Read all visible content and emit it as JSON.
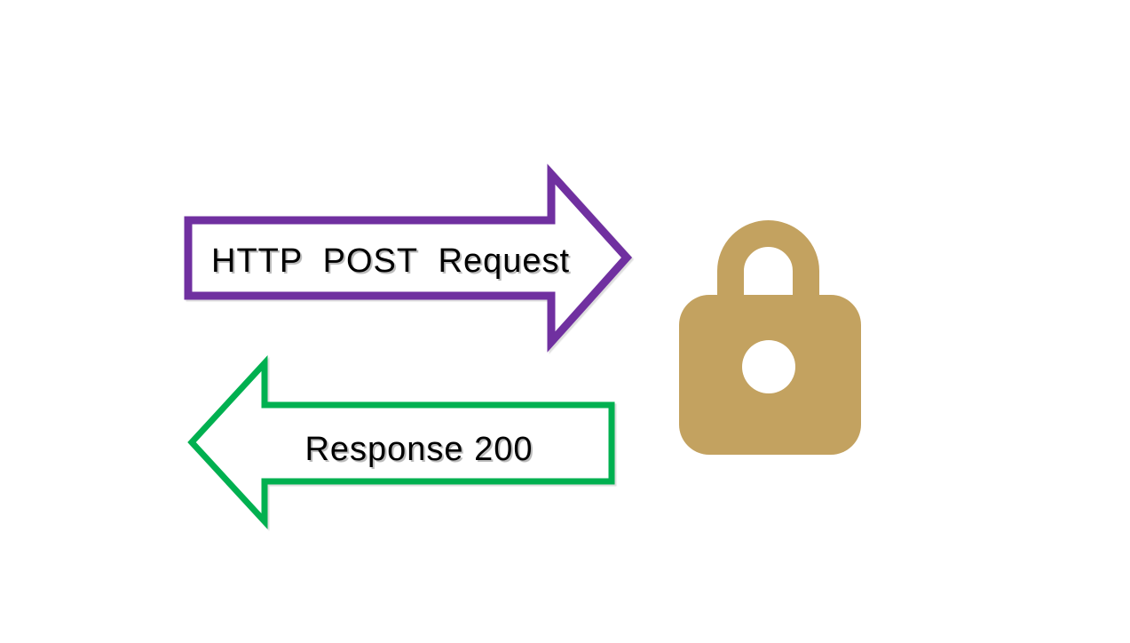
{
  "diagram": {
    "background_color": "#ffffff",
    "request_arrow": {
      "label": "HTTP  POST  Request",
      "direction": "right",
      "border_color": "#7030A0",
      "fill_color": "#ffffff",
      "text_color": "#000000"
    },
    "response_arrow": {
      "label": "Response 200",
      "direction": "left",
      "border_color": "#00B050",
      "fill_color": "#ffffff",
      "text_color": "#000000"
    },
    "lock_icon": {
      "name": "padlock-icon",
      "meaning": "secure server endpoint",
      "color": "#C3A260",
      "keyhole_color": "#ffffff"
    }
  }
}
